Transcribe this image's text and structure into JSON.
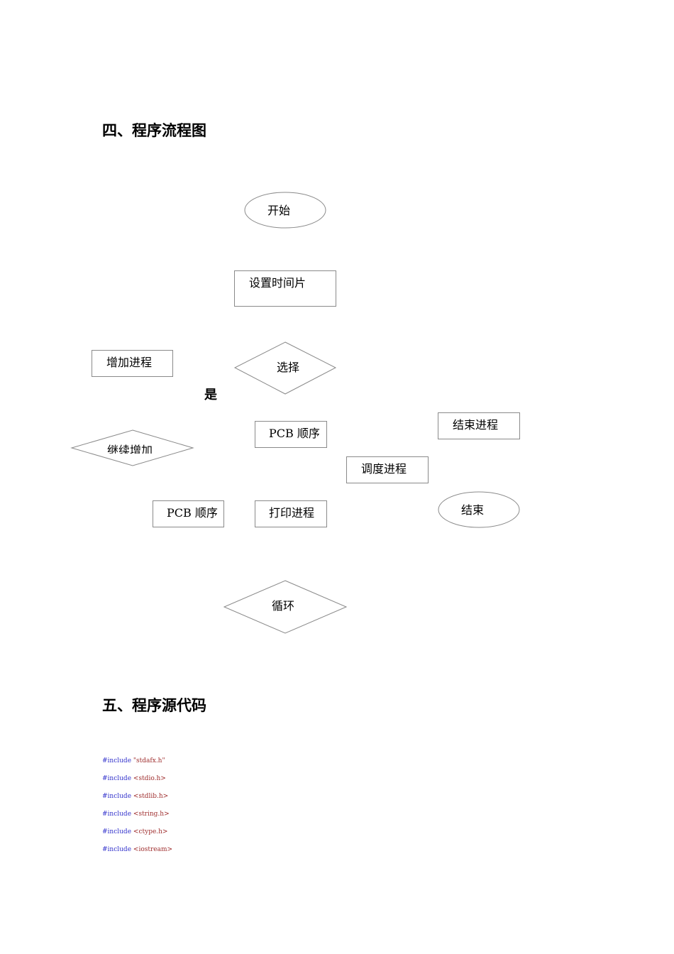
{
  "section4": {
    "heading": "四、程序流程图"
  },
  "flowchart": {
    "start": "开始",
    "set_time_slice": "设置时间片",
    "add_process": "增加进程",
    "choose": "选择",
    "yes": "是",
    "pcb_order_1": "PCB 顺序",
    "end_process": "结束进程",
    "continue_add": "继续增加",
    "schedule_process": "调度进程",
    "pcb_order_2": "PCB 顺序",
    "print_process": "打印进程",
    "end": "结束",
    "loop": "循环"
  },
  "section5": {
    "heading": "五、程序源代码"
  },
  "code": {
    "lines": [
      {
        "directive": "#include",
        "target": "\"stdafx.h\""
      },
      {
        "directive": "#include",
        "target": "<stdio.h>"
      },
      {
        "directive": "#include",
        "target": "<stdlib.h>"
      },
      {
        "directive": "#include",
        "target": "<string.h>"
      },
      {
        "directive": "#include",
        "target": "<ctype.h>"
      },
      {
        "directive": "#include",
        "target": "<iostream>"
      }
    ]
  },
  "colors": {
    "keyword": "#3333cc",
    "string": "#a03030",
    "shape_border": "#8a8a8a"
  }
}
